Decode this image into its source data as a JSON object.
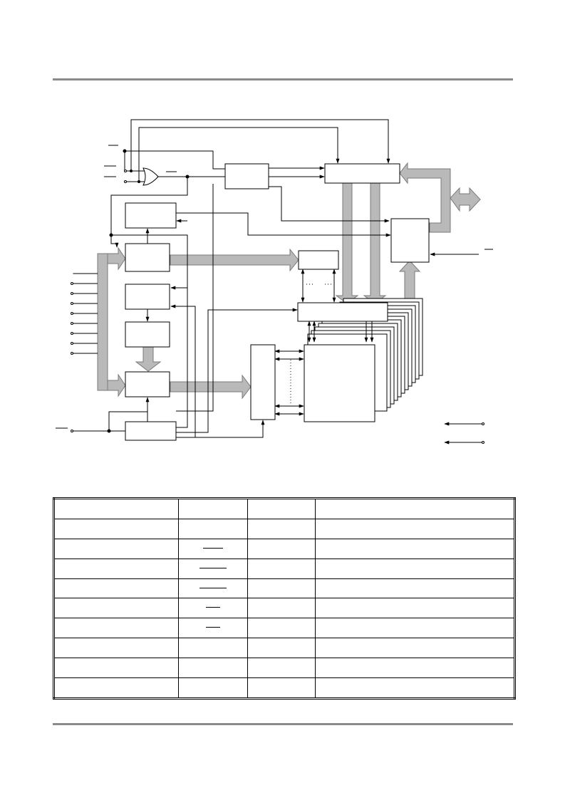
{
  "diagram": {
    "style": {
      "line_color": "#000000",
      "bus_fill": "#b9b9b9",
      "bus_stroke": "#7a7a7a",
      "page_rule_color": "#8a8a8a"
    },
    "blocks": [
      "control-logic",
      "top-register",
      "upper-left-register",
      "input-buffer",
      "middle-left-register",
      "lower-left-register",
      "output-buffer",
      "bottom-register",
      "small-buffer",
      "io-gating",
      "row-decoder",
      "column-decoder",
      "memory-array-stack",
      "data-bus-buffer"
    ],
    "address_input_count": 9,
    "memory_plane_count": 12
  },
  "pin_table": {
    "row_count": 10,
    "column_count": 4,
    "overbar_rows": [
      1,
      2,
      3,
      4,
      5
    ]
  }
}
